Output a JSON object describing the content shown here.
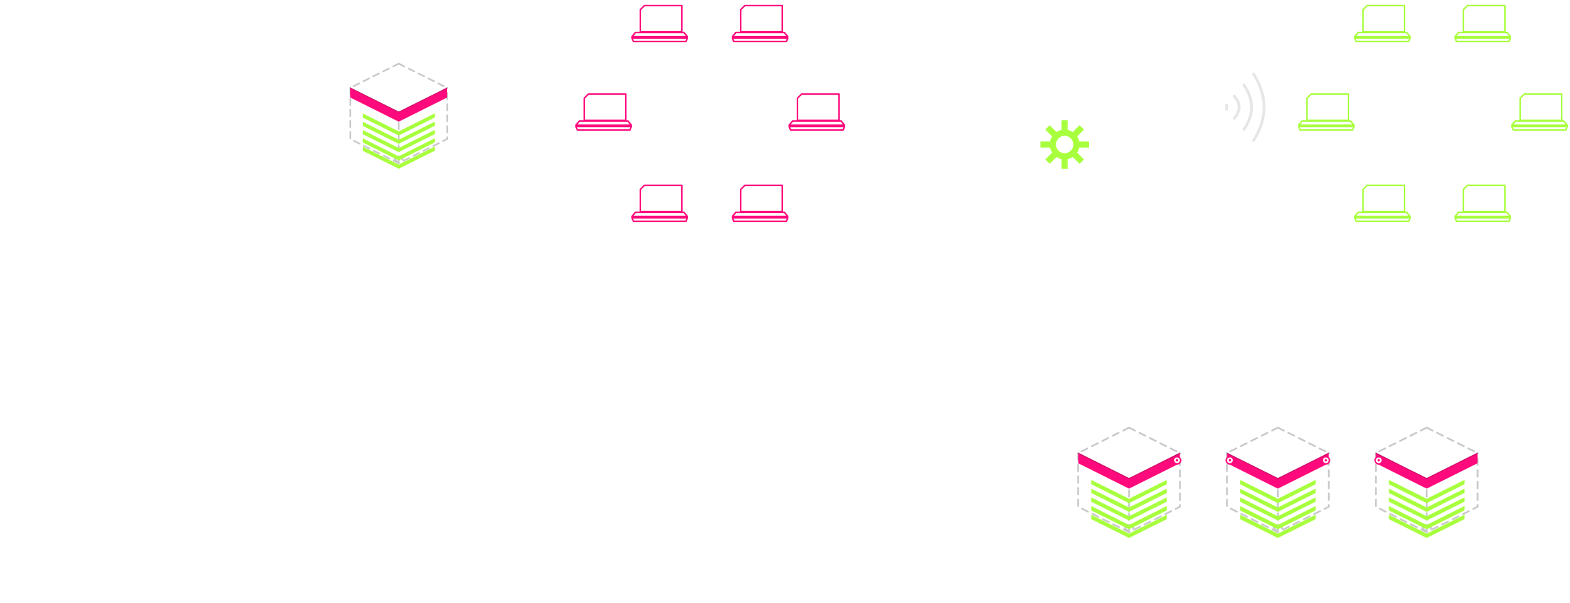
{
  "colors": {
    "accent_pink": "#ff0a7d",
    "accent_green": "#a8ff3e",
    "wire_gray": "#c8c8cc",
    "signal_gray": "#e6e6e6",
    "background": "#ffffff"
  },
  "diagram": {
    "nodes": [
      {
        "id": "server-main",
        "kind": "server",
        "color_role": "pink-green",
        "icon": "server-cube-icon"
      },
      {
        "id": "laptop-pink-1",
        "kind": "laptop",
        "color_role": "pink",
        "icon": "laptop-icon"
      },
      {
        "id": "laptop-pink-2",
        "kind": "laptop",
        "color_role": "pink",
        "icon": "laptop-icon"
      },
      {
        "id": "laptop-pink-3",
        "kind": "laptop",
        "color_role": "pink",
        "icon": "laptop-icon"
      },
      {
        "id": "laptop-pink-4",
        "kind": "laptop",
        "color_role": "pink",
        "icon": "laptop-icon"
      },
      {
        "id": "laptop-pink-5",
        "kind": "laptop",
        "color_role": "pink",
        "icon": "laptop-icon"
      },
      {
        "id": "laptop-pink-6",
        "kind": "laptop",
        "color_role": "pink",
        "icon": "laptop-icon"
      },
      {
        "id": "gear",
        "kind": "gear",
        "color_role": "green",
        "icon": "gear-icon"
      },
      {
        "id": "wireless",
        "kind": "signal",
        "color_role": "gray",
        "icon": "wireless-signal-icon"
      },
      {
        "id": "laptop-green-1",
        "kind": "laptop",
        "color_role": "green",
        "icon": "laptop-icon"
      },
      {
        "id": "laptop-green-2",
        "kind": "laptop",
        "color_role": "green",
        "icon": "laptop-icon"
      },
      {
        "id": "laptop-green-3",
        "kind": "laptop",
        "color_role": "green",
        "icon": "laptop-icon"
      },
      {
        "id": "laptop-green-4",
        "kind": "laptop",
        "color_role": "green",
        "icon": "laptop-icon"
      },
      {
        "id": "laptop-green-5",
        "kind": "laptop",
        "color_role": "green",
        "icon": "laptop-icon"
      },
      {
        "id": "laptop-green-6",
        "kind": "laptop",
        "color_role": "green",
        "icon": "laptop-icon"
      },
      {
        "id": "server-bottom-1",
        "kind": "server",
        "color_role": "pink-green",
        "icon": "server-cube-icon"
      },
      {
        "id": "server-bottom-2",
        "kind": "server",
        "color_role": "pink-green",
        "icon": "server-cube-icon"
      },
      {
        "id": "server-bottom-3",
        "kind": "server",
        "color_role": "pink-green",
        "icon": "server-cube-icon"
      }
    ]
  }
}
